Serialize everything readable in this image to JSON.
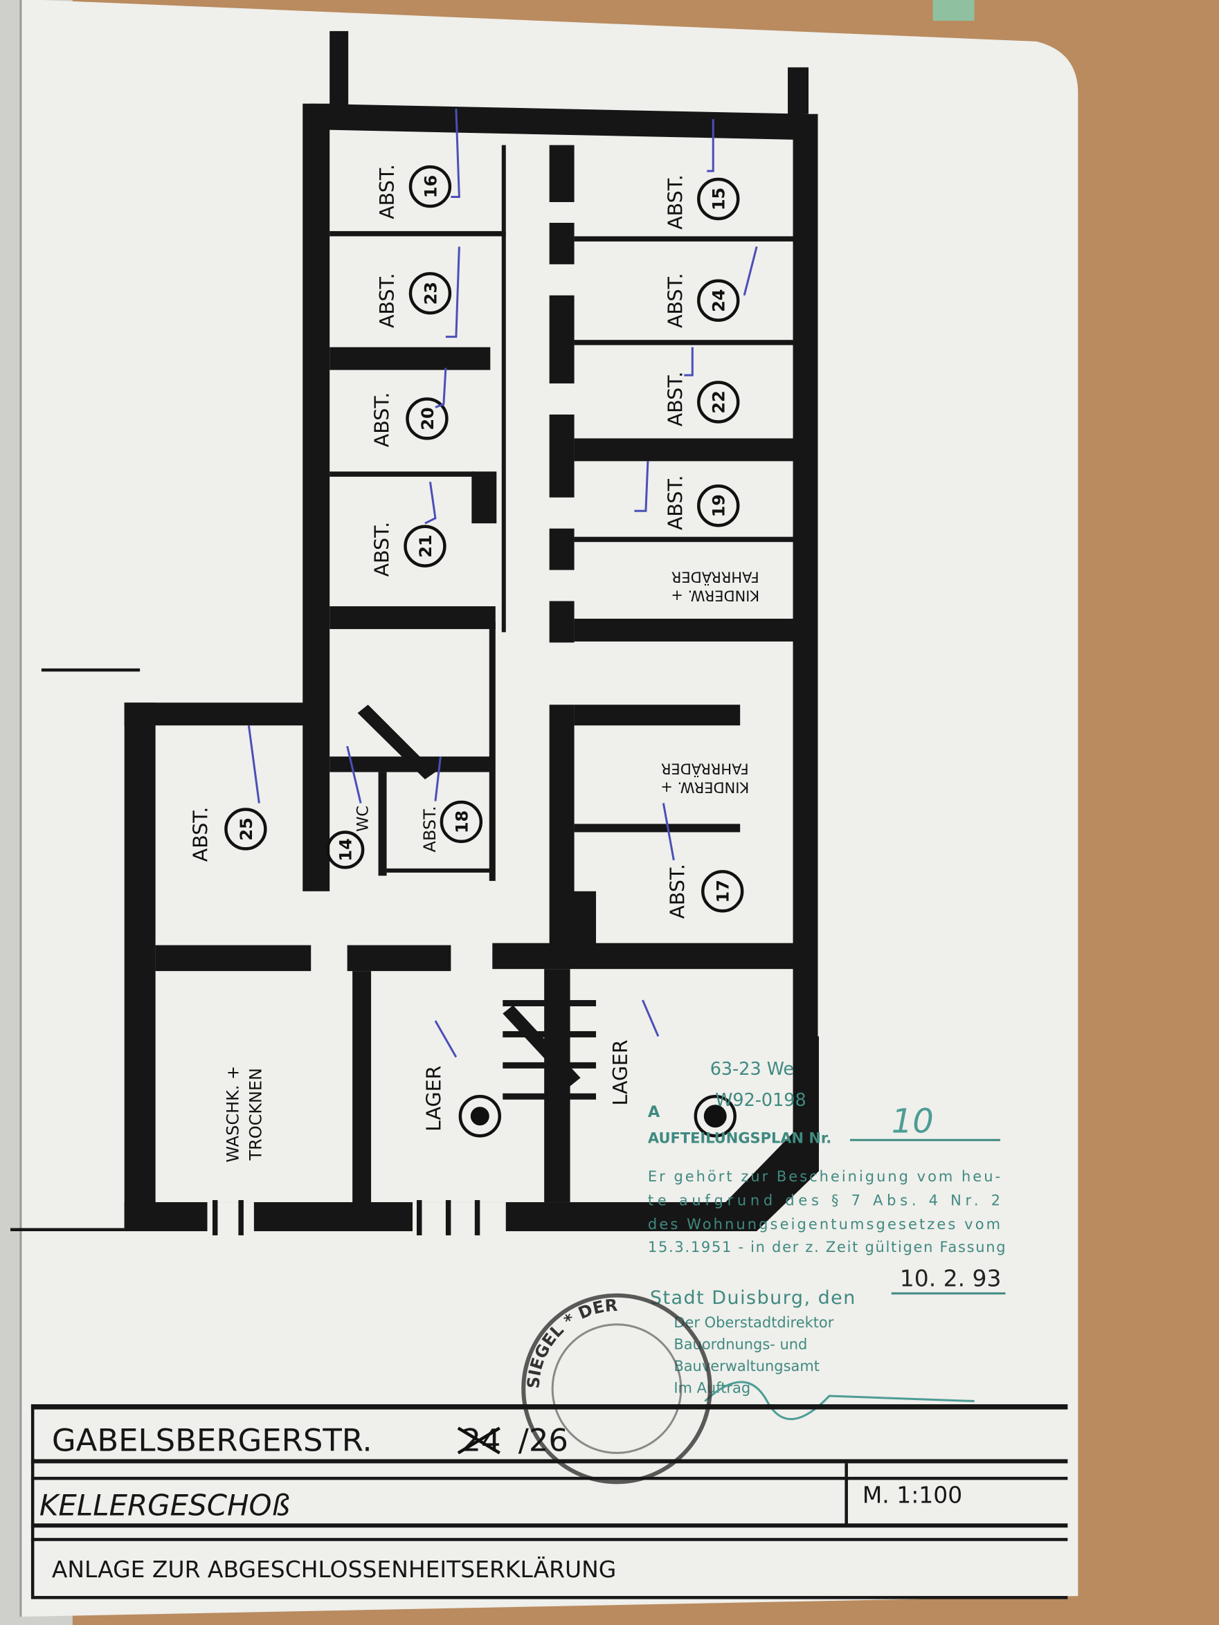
{
  "plan": {
    "rooms": [
      {
        "label": "ABST.",
        "number": "16"
      },
      {
        "label": "ABST.",
        "number": "23"
      },
      {
        "label": "ABST.",
        "number": "20"
      },
      {
        "label": "ABST.",
        "number": "21"
      },
      {
        "label": "ABST.",
        "number": "15"
      },
      {
        "label": "ABST.",
        "number": "24"
      },
      {
        "label": "ABST.",
        "number": "22"
      },
      {
        "label": "ABST.",
        "number": "19"
      },
      {
        "label": "ABST.",
        "number": "25"
      },
      {
        "label": "WC",
        "number": "14"
      },
      {
        "label": "ABST.",
        "number": "18"
      },
      {
        "label": "ABST.",
        "number": "17"
      },
      {
        "label": "LAGER",
        "number": ""
      },
      {
        "label": "LAGER",
        "number": ""
      }
    ],
    "bike_room_1": [
      "KINDERW. +",
      "FAHRRÄDER"
    ],
    "bike_room_2": [
      "KINDERW. +",
      "FAHRRÄDER"
    ],
    "laundry": [
      "WASCHK. +",
      "TROCKNEN"
    ]
  },
  "stamp": {
    "handwritten_ref_1": "63-23 We",
    "handwritten_ref_2": "W92-0198",
    "title_prefix": "A",
    "plan_label": "AUFTEILUNGSPLAN Nr.",
    "plan_number": "10",
    "body": [
      "Er gehört zur Bescheinigung vom heu-",
      "te aufgrund des § 7 Abs. 4 Nr. 2",
      "des Wohnungseigentumsgesetzes vom",
      "15.3.1951 - in der z. Zeit gültigen Fassung"
    ],
    "date": "10. 2. 93",
    "city_line": "Stadt Duisburg, den",
    "authority": [
      "Der Oberstadtdirektor",
      "Bauordnungs- und",
      "Bauverwaltungsamt",
      "Im Auftrag"
    ],
    "seal_text": "SIEGEL * DER"
  },
  "title_block": {
    "street": "GABELSBERGERSTR.",
    "number_struck": "24",
    "number": "/26",
    "floor": "KELLERGESCHOß",
    "scale": "M. 1:100",
    "annex": "ANLAGE ZUR ABGESCHLOSSENHEITSERKLÄRUNG"
  },
  "colors": {
    "table": "#b98b5e",
    "paper": "#efefec",
    "ink": "#161616",
    "stamp_ink": "#3f8a80",
    "pen": "#4a4fb8"
  }
}
